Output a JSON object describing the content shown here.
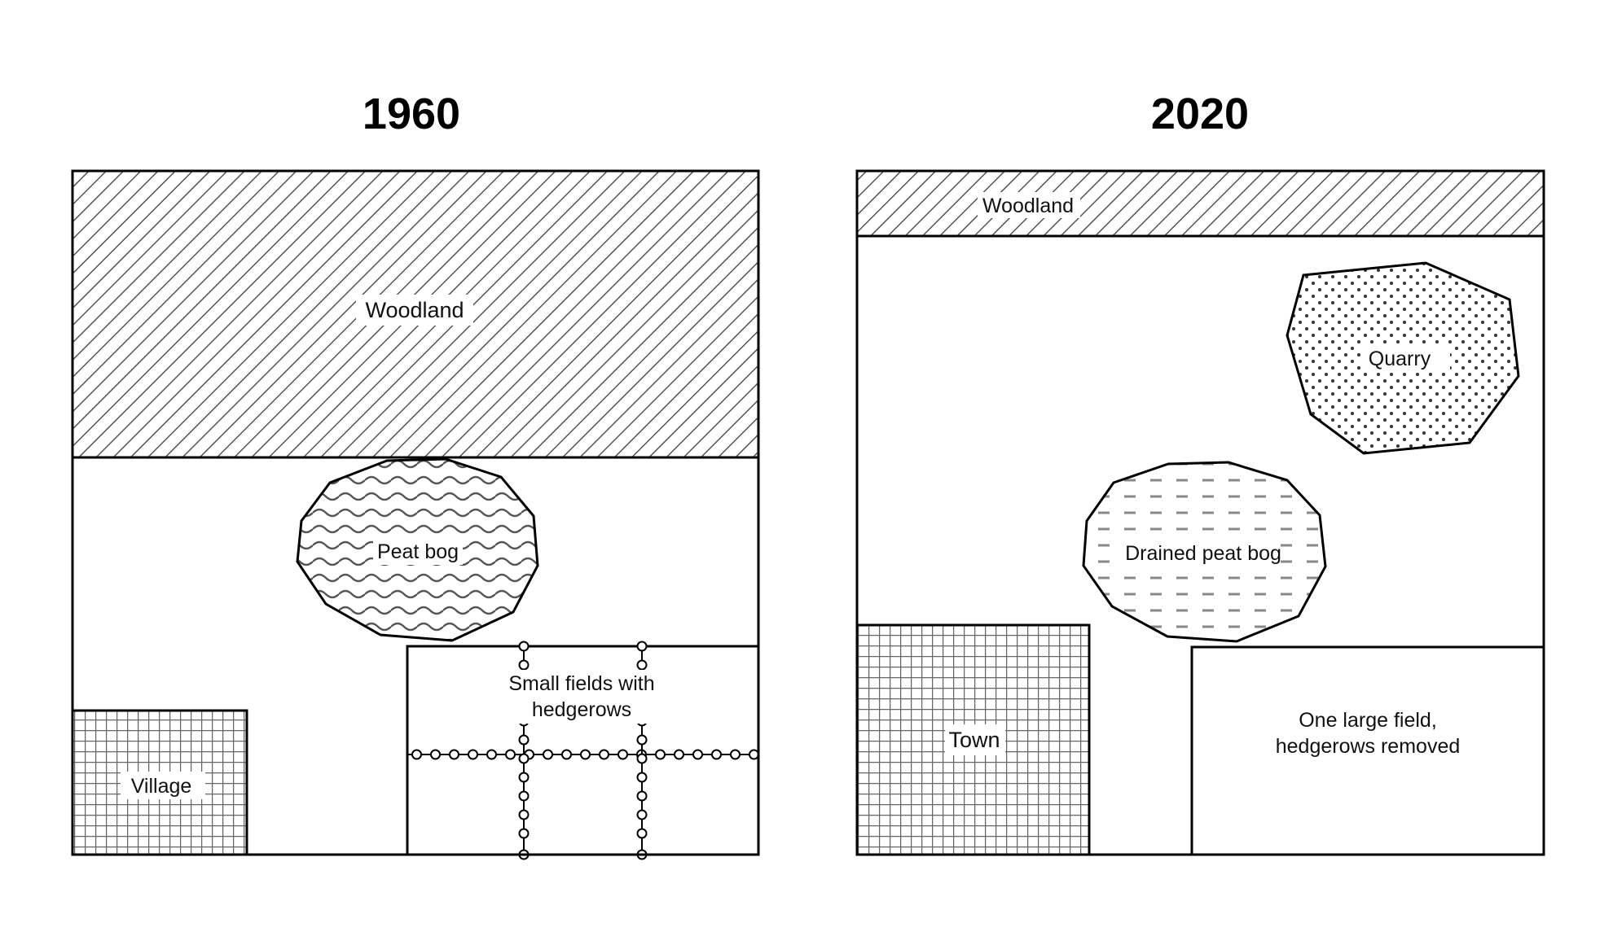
{
  "maps": {
    "left": {
      "title": "1960",
      "labels": {
        "woodland": "Woodland",
        "peat_bog": "Peat bog",
        "fields_line1": "Small fields with",
        "fields_line2": "hedgerows",
        "village": "Village"
      }
    },
    "right": {
      "title": "2020",
      "labels": {
        "woodland": "Woodland",
        "quarry": "Quarry",
        "drained_bog": "Drained peat bog",
        "town": "Town",
        "field_line1": "One large field,",
        "field_line2": "hedgerows removed"
      }
    }
  },
  "patterns": {
    "woodland": "diagonal-hatch",
    "peat_bog": "wavy-lines",
    "drained_bog": "dashes",
    "quarry": "dots",
    "settlement": "grid"
  },
  "colors": {
    "outline": "#000000",
    "pattern": "#555555",
    "background": "#ffffff"
  }
}
